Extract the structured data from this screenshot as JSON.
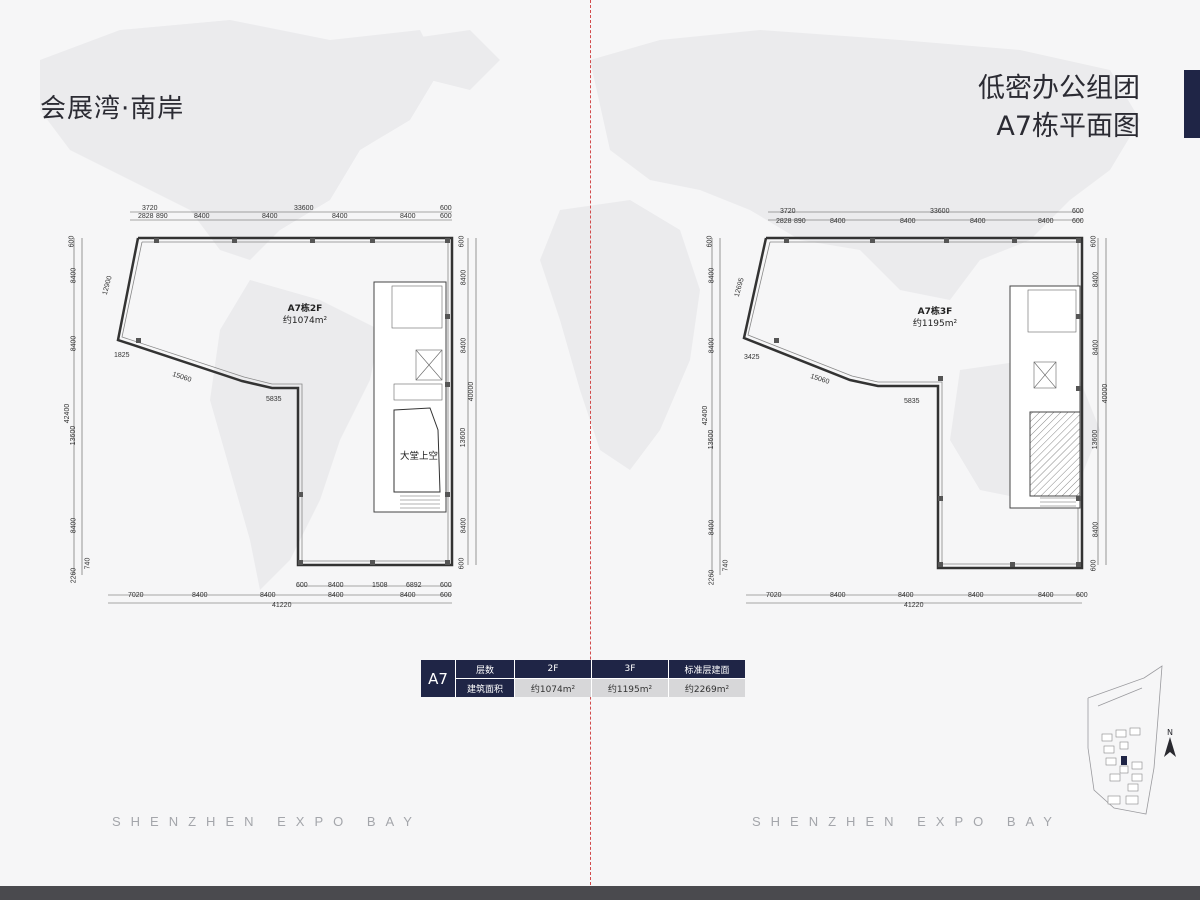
{
  "page": {
    "title_left": "会展湾·南岸",
    "title_right_line1": "低密办公组团",
    "title_right_line2": "A7栋平面图",
    "footer_left": "SHENZHEN EXPO BAY",
    "footer_right": "SHENZHEN EXPO BAY",
    "accent_color": "#1f2546",
    "fold_line_color": "#d24b4b"
  },
  "plan_2f": {
    "name": "A7栋2F",
    "area": "约1074m²",
    "void_label": "大堂上空",
    "dims_top_row1": [
      "3720",
      "33600",
      "600"
    ],
    "dims_top_row2": [
      "2828",
      "890",
      "8400",
      "8400",
      "8400",
      "8400",
      "600"
    ],
    "dims_bottom_row1": [
      "600",
      "8400",
      "1508",
      "6892",
      "600"
    ],
    "dims_bottom_row2": [
      "7020",
      "8400",
      "8400",
      "8400",
      "8400",
      "600"
    ],
    "dims_bottom_total": "41220",
    "dims_left": [
      "600",
      "8400",
      "8400",
      "13600",
      "8400",
      "740",
      "2260"
    ],
    "dims_left_total": "42400",
    "dims_right": [
      "600",
      "8400",
      "8400",
      "13600",
      "8400",
      "600"
    ],
    "dims_right_total": "40000",
    "dims_diag": [
      "12900",
      "1825",
      "15060",
      "5835"
    ]
  },
  "plan_3f": {
    "name": "A7栋3F",
    "area": "约1195m²",
    "dims_top_row1": [
      "3720",
      "33600",
      "600"
    ],
    "dims_top_row2": [
      "2828",
      "890",
      "8400",
      "8400",
      "8400",
      "8400",
      "600"
    ],
    "dims_bottom_row2": [
      "7020",
      "8400",
      "8400",
      "8400",
      "8400",
      "600"
    ],
    "dims_bottom_total": "41220",
    "dims_left": [
      "600",
      "8400",
      "8400",
      "13600",
      "8400",
      "740",
      "2260"
    ],
    "dims_left_total": "42400",
    "dims_right": [
      "600",
      "8400",
      "8400",
      "13600",
      "8400",
      "600"
    ],
    "dims_right_total": "40000",
    "dims_diag": [
      "12695",
      "3425",
      "15060",
      "5835"
    ]
  },
  "area_table": {
    "code": "A7",
    "header_label": "层数",
    "row_label": "建筑面积",
    "columns": [
      "2F",
      "3F",
      "标准层建面"
    ],
    "values": [
      "约1074m²",
      "约1195m²",
      "约2269m²"
    ]
  },
  "keymap": {
    "north_label": "N"
  }
}
